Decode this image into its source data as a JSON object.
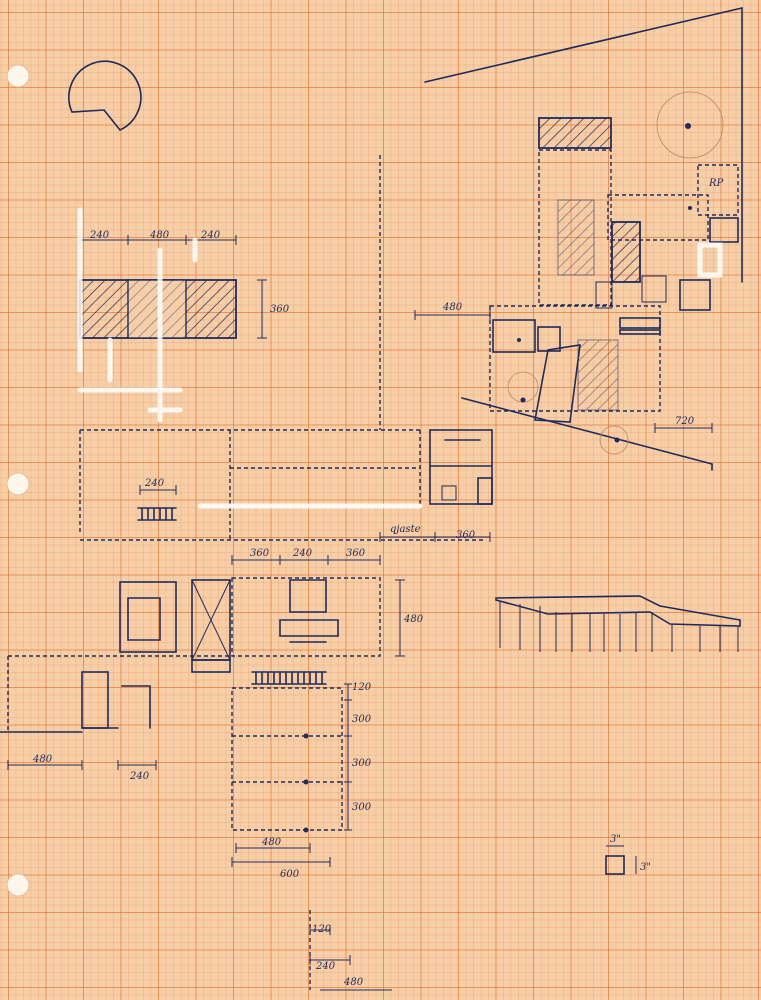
{
  "dimensions": {
    "top_left_240_a": "240",
    "top_left_480": "480",
    "top_left_240_b": "240",
    "top_left_360": "360",
    "upper_right_480": "480",
    "upper_right_720": "720",
    "mid_240": "240",
    "qjaste": "qjaste",
    "gap_360": "360",
    "mid_360_a": "360",
    "mid_240_b": "240",
    "mid_360_b": "360",
    "mid_480_vert": "480",
    "left_480": "480",
    "left_240": "240",
    "stack_120_top": "120",
    "stack_300_a": "300",
    "stack_300_b": "300",
    "stack_300_c": "300",
    "bottom_480": "480",
    "bottom_600": "600",
    "bottom_120": "120",
    "bottom_240": "240",
    "bottom_480_b": "480"
  },
  "labels": {
    "rp": "RP",
    "small_3_top": "3\"",
    "small_3_side": "3\""
  }
}
